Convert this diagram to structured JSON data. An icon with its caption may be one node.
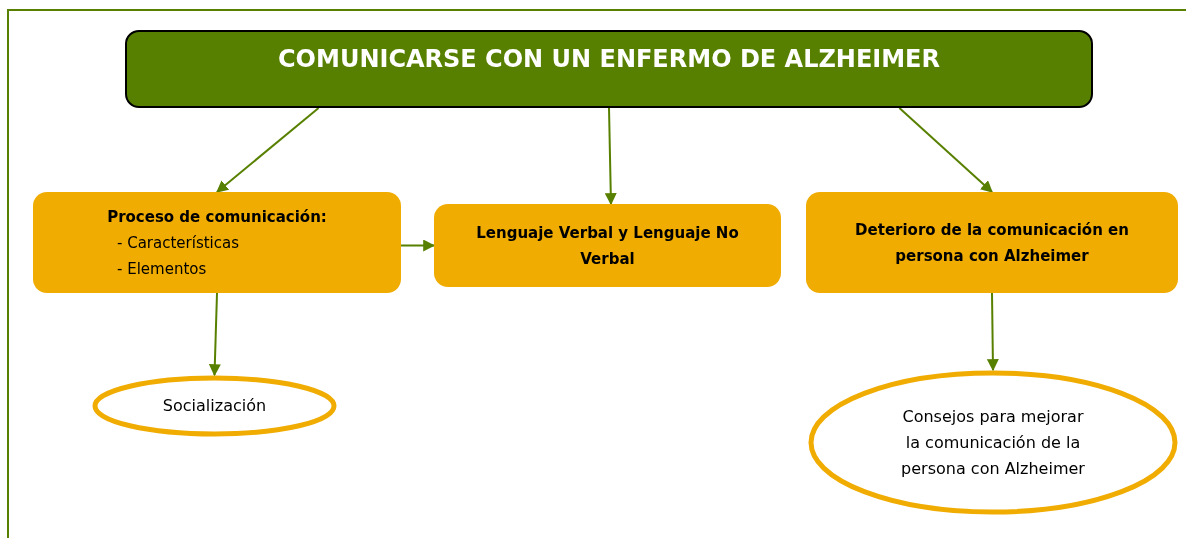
{
  "diagram": {
    "nodes": [
      {
        "text": [
          "COMUNICARSE CON UN ENFERMO DE ALZHEIMER"
        ]
      },
      {
        "text": [
          "Proceso de comunicación:",
          "- Características",
          "- Elementos"
        ]
      },
      {
        "text": [
          "Lenguaje Verbal y Lenguaje No Verbal"
        ]
      },
      {
        "text": [
          "Deterioro de la comunicación en persona con Alzheimer"
        ]
      },
      {
        "text": [
          "Socialización"
        ]
      },
      {
        "text": [
          "Consejos para mejorar la comunicación de la persona con Alzheimer"
        ]
      }
    ],
    "edges": [
      {
        "from": 0,
        "to": 1,
        "arrow": "to"
      },
      {
        "from": 0,
        "to": 2,
        "arrow": "to"
      },
      {
        "from": 0,
        "to": 3,
        "arrow": "to"
      },
      {
        "from": 1,
        "to": 2,
        "arrow": "to"
      },
      {
        "from": 1,
        "to": 4,
        "arrow": "to"
      },
      {
        "from": 3,
        "to": 5,
        "arrow": "to"
      }
    ]
  }
}
